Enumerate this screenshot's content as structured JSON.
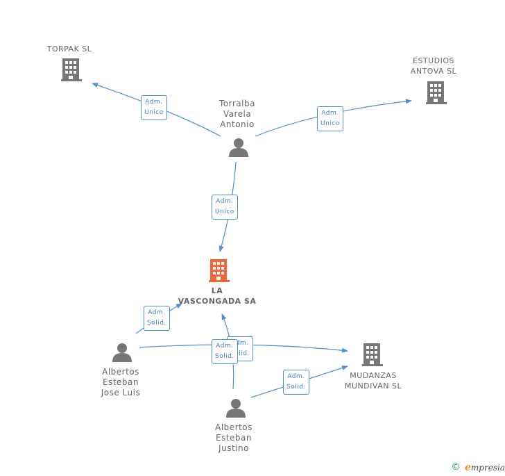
{
  "nodes": {
    "main": {
      "label": "LA\nVASCONGADA SA",
      "color": "#f4663a"
    },
    "torpak": {
      "label": "TORPAK SL"
    },
    "estudios": {
      "label": "ESTUDIOS\nANTOVA SL"
    },
    "mudanzas": {
      "label": "MUDANZAS\nMUNDIVAN SL"
    },
    "torralba": {
      "label": "Torralba\nVarela\nAntonio"
    },
    "albertos_jl": {
      "label": "Albertos\nEsteban\nJose Luis"
    },
    "albertos_j": {
      "label": "Albertos\nEsteban\nJustino"
    }
  },
  "edges": {
    "torralba_torpak": "Adm.\nUnico",
    "torralba_estudios": "Adm.\nUnico",
    "torralba_main": "Adm.\nUnico",
    "jl_main": "Adm.\nSolid.",
    "jl_mudanzas": "Adm.\nSolid.",
    "justino_main": "Adm.\nSolid.",
    "justino_mudanzas": "Adm.\nSolid."
  },
  "colors": {
    "edge": "#4a8fd8",
    "company_icon": "#777777",
    "person_icon": "#777777"
  },
  "footer": {
    "copyright_symbol": "©",
    "brand_initial": "e",
    "brand_rest": "mpresia"
  }
}
